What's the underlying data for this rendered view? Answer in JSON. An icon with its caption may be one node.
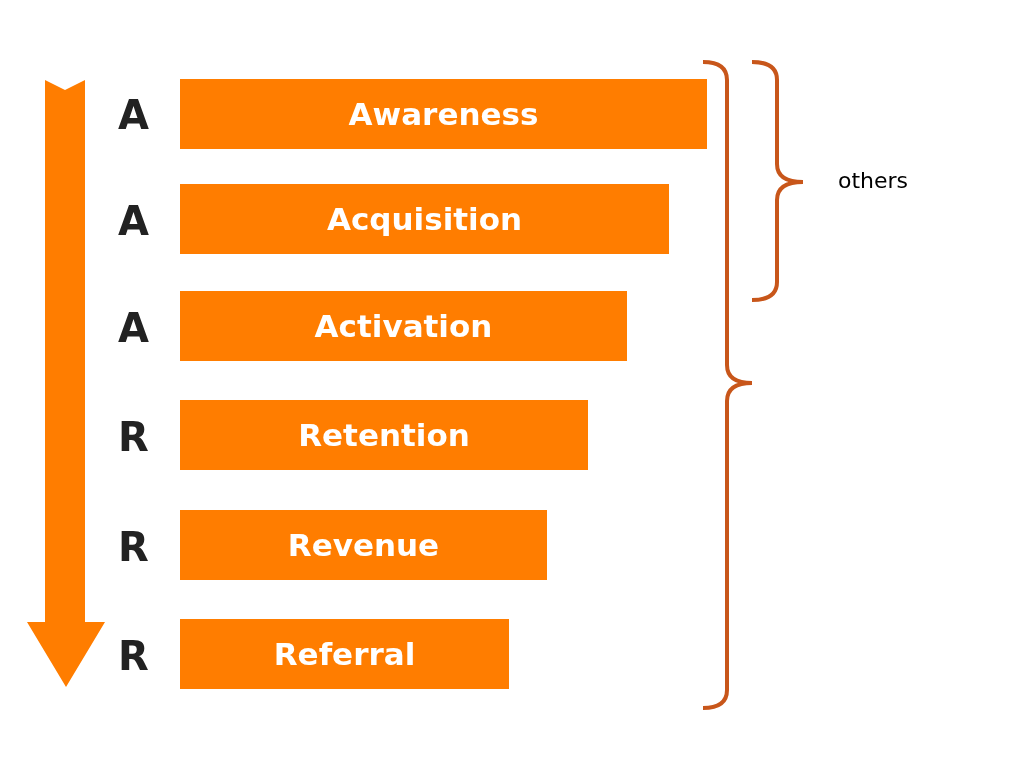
{
  "diagram": {
    "nodes": [
      {
        "text": [
          "Awareness"
        ]
      },
      {
        "text": [
          "Acquisition"
        ]
      },
      {
        "text": [
          "Activation"
        ]
      },
      {
        "text": [
          "Retention"
        ]
      },
      {
        "text": [
          "Revenue"
        ]
      },
      {
        "text": [
          "Referral"
        ]
      }
    ],
    "labels": [
      "A",
      "A",
      "A",
      "R",
      "R",
      "R",
      "others"
    ]
  }
}
